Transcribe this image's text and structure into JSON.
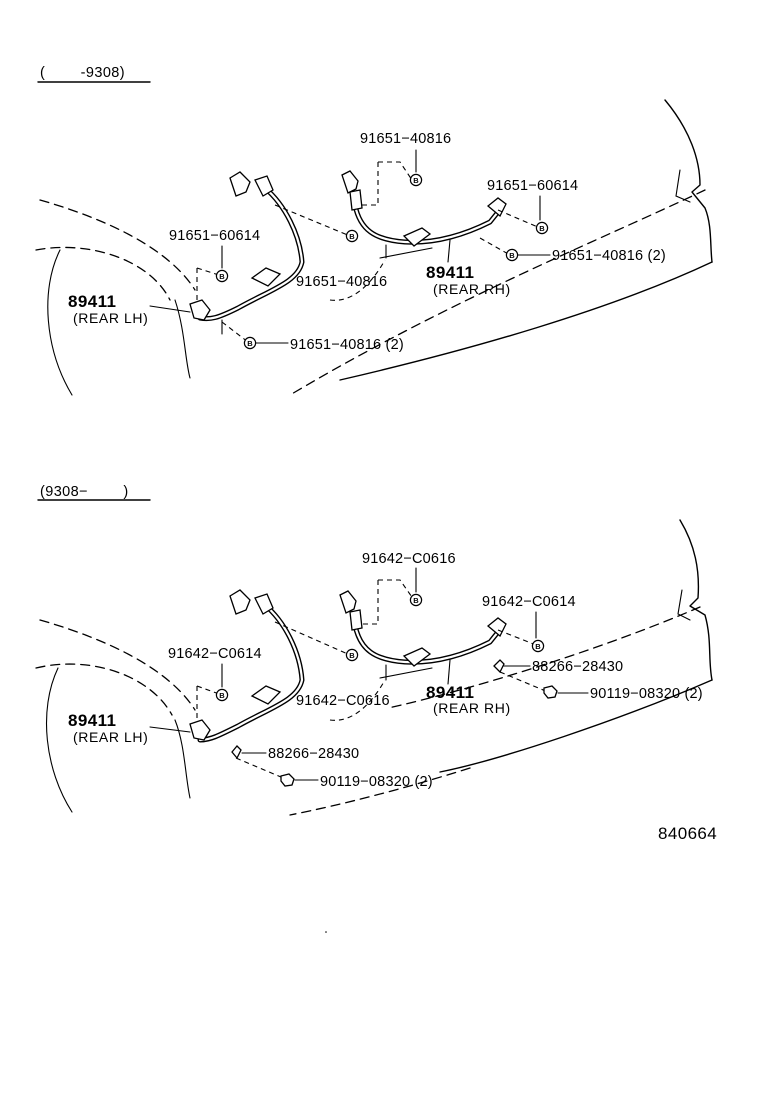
{
  "sections": [
    {
      "header": "(        -9308)",
      "part_symbol": "B",
      "labels": {
        "bolt_center_top": "91651−40816",
        "bolt_right_top": "91651−60614",
        "bolt_left": "91651−60614",
        "bolt_center_mid": "91651−40816",
        "bolt_rh_pair": "91651−40816 (2)",
        "bolt_lh_pair": "91651−40816 (2)",
        "sensor_rh_number": "89411",
        "sensor_rh_side": "(REAR RH)",
        "sensor_lh_number": "89411",
        "sensor_lh_side": "(REAR LH)"
      }
    },
    {
      "header": "(9308−        )",
      "part_symbol": "B",
      "labels": {
        "bolt_center_top": "91642−C0616",
        "bolt_right_top": "91642−C0614",
        "bolt_left": "91642−C0614",
        "bolt_center_mid": "91642−C0616",
        "clip_rh": "88266−28430",
        "screw_rh": "90119−08320 (2)",
        "sensor_rh_number": "89411",
        "sensor_rh_side": "(REAR RH)",
        "sensor_lh_number": "89411",
        "sensor_lh_side": "(REAR LH)",
        "clip_lh": "88266−28430",
        "screw_lh": "90119−08320 (2)"
      }
    }
  ],
  "illustration_number": "840664"
}
